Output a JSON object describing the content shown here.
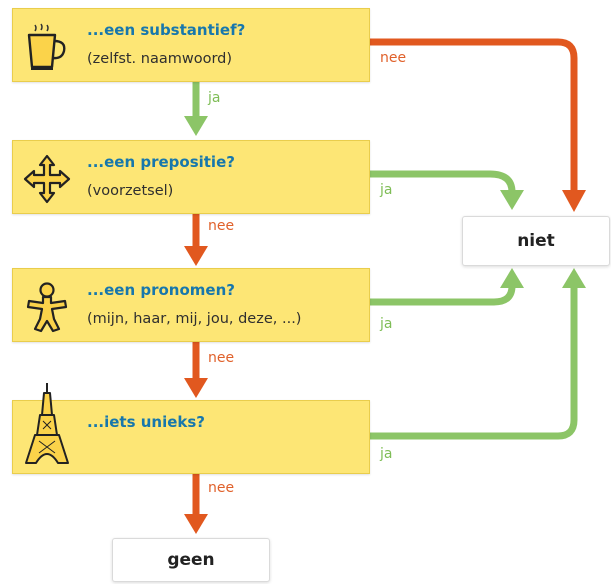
{
  "questions": [
    {
      "title": "...een substantief?",
      "subtitle": "(zelfst. naamwoord)",
      "icon": "mug-icon"
    },
    {
      "title": "...een prepositie?",
      "subtitle": "(voorzetsel)",
      "icon": "four-way-arrows-icon"
    },
    {
      "title": "...een pronomen?",
      "subtitle": "(mijn, haar, mij, jou, deze, ...)",
      "icon": "stick-figure-icon"
    },
    {
      "title": "...iets unieks?",
      "subtitle": "",
      "icon": "eiffel-tower-icon"
    }
  ],
  "results": {
    "niet": "niet",
    "geen": "geen"
  },
  "labels": {
    "yes": "ja",
    "no": "nee"
  },
  "colors": {
    "box": "#fde675",
    "title": "#1777ac",
    "yes_arrow": "#8cc567",
    "no_arrow": "#e1581f"
  }
}
